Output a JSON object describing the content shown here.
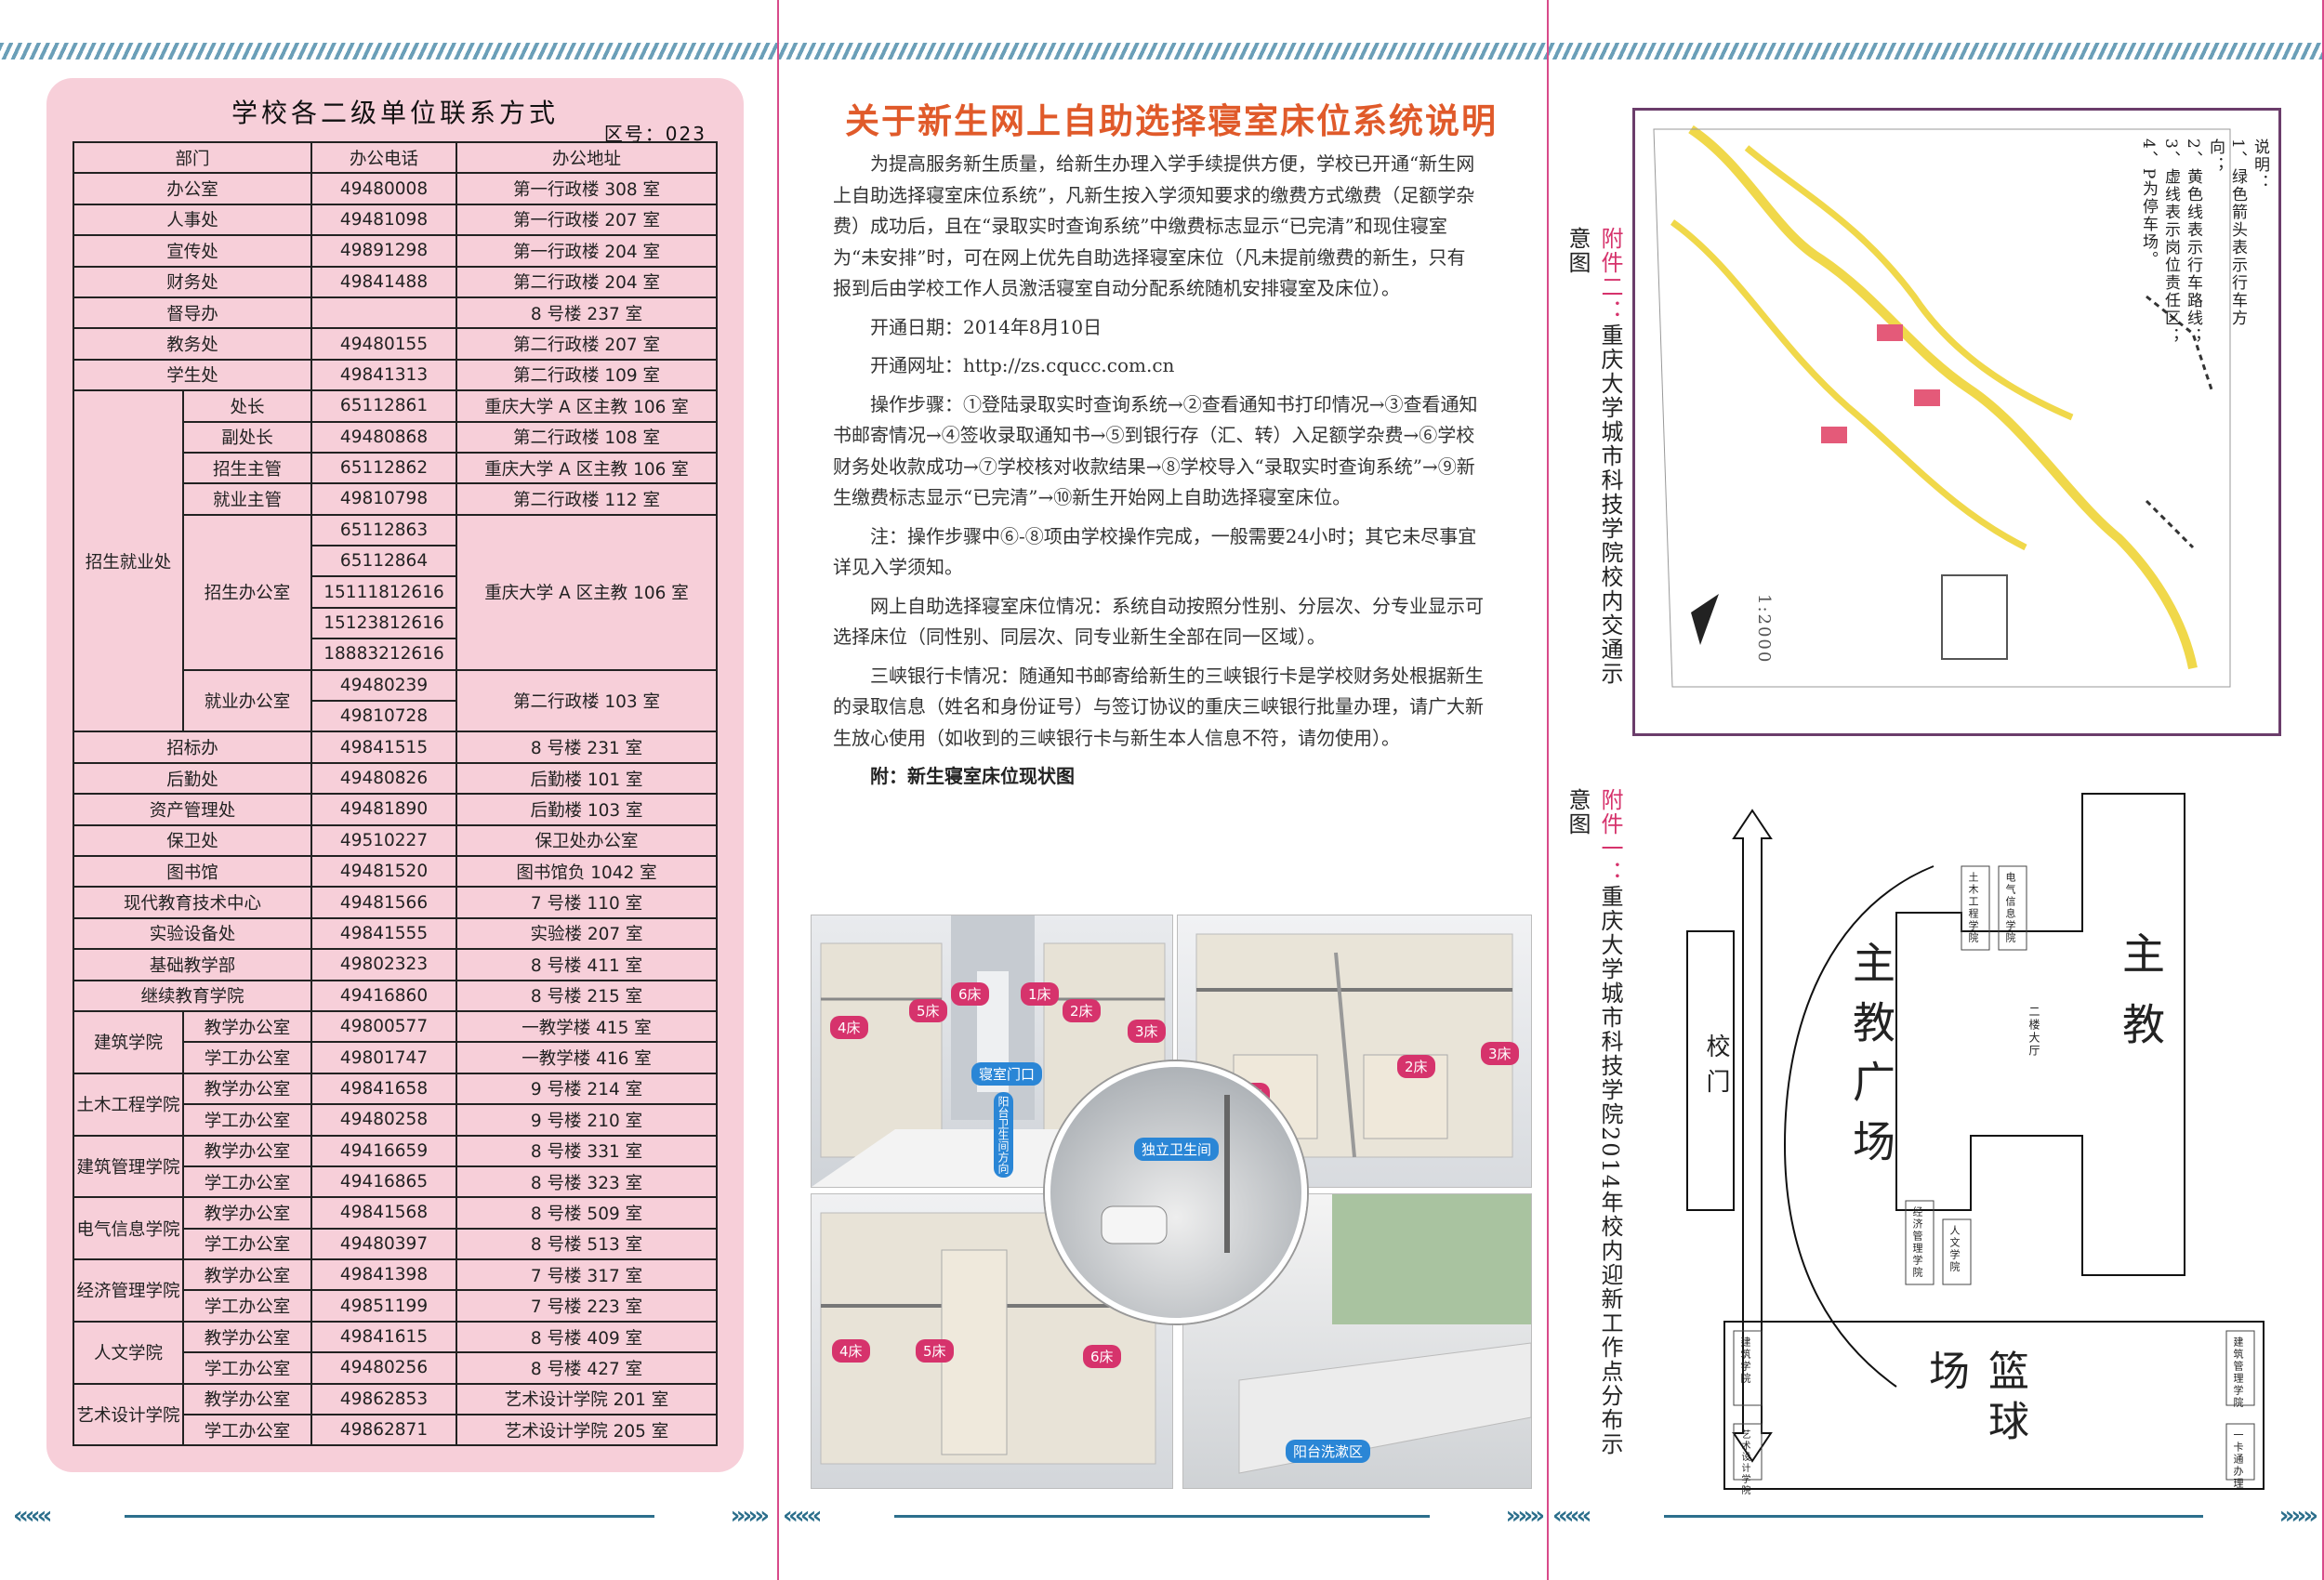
{
  "contacts": {
    "title": "学校各二级单位联系方式",
    "area_code": "区号：023",
    "headers": [
      "部门",
      "办公电话",
      "办公地址"
    ],
    "rows_top": [
      [
        "办公室",
        "49480008",
        "第一行政楼 308 室"
      ],
      [
        "人事处",
        "49481098",
        "第一行政楼 207 室"
      ],
      [
        "宣传处",
        "49891298",
        "第一行政楼 204 室"
      ],
      [
        "财务处",
        "49841488",
        "第二行政楼 204 室"
      ],
      [
        "督导办",
        "",
        "8 号楼 237 室"
      ],
      [
        "教务处",
        "49480155",
        "第二行政楼 207 室"
      ],
      [
        "学生处",
        "49841313",
        "第二行政楼 109 室"
      ]
    ],
    "zsjy": {
      "name": "招生就业处",
      "rows": [
        [
          "处长",
          "65112861",
          "重庆大学 A 区主教 106 室"
        ],
        [
          "副处长",
          "49480868",
          "第二行政楼 108 室"
        ],
        [
          "招生主管",
          "65112862",
          "重庆大学 A 区主教 106 室"
        ],
        [
          "就业主管",
          "49810798",
          "第二行政楼 112 室"
        ]
      ],
      "zs_office": {
        "name": "招生办公室",
        "phones": [
          "65112863",
          "65112864",
          "15111812616",
          "15123812616",
          "18883212616"
        ],
        "addr": "重庆大学 A 区主教 106 室"
      },
      "jy_office": {
        "name": "就业办公室",
        "phones": [
          "49480239",
          "49810728"
        ],
        "addr": "第二行政楼 103 室"
      }
    },
    "rows_mid": [
      [
        "招标办",
        "49841515",
        "8 号楼 231 室"
      ],
      [
        "后勤处",
        "49480826",
        "后勤楼 101 室"
      ],
      [
        "资产管理处",
        "49481890",
        "后勤楼 103 室"
      ],
      [
        "保卫处",
        "49510227",
        "保卫处办公室"
      ],
      [
        "图书馆",
        "49481520",
        "图书馆负 1042 室"
      ],
      [
        "现代教育技术中心",
        "49481566",
        "7 号楼 110 室"
      ],
      [
        "实验设备处",
        "49841555",
        "实验楼 207 室"
      ],
      [
        "基础教学部",
        "49802323",
        "8 号楼 411 室"
      ],
      [
        "继续教育学院",
        "49416860",
        "8 号楼 215 室"
      ]
    ],
    "colleges": [
      {
        "name": "建筑学院",
        "rows": [
          [
            "教学办公室",
            "49800577",
            "一教学楼 415 室"
          ],
          [
            "学工办公室",
            "49801747",
            "一教学楼 416 室"
          ]
        ]
      },
      {
        "name": "土木工程学院",
        "rows": [
          [
            "教学办公室",
            "49841658",
            "9 号楼 214 室"
          ],
          [
            "学工办公室",
            "49480258",
            "9 号楼 210 室"
          ]
        ]
      },
      {
        "name": "建筑管理学院",
        "rows": [
          [
            "教学办公室",
            "49416659",
            "8 号楼 331 室"
          ],
          [
            "学工办公室",
            "49416865",
            "8 号楼 323 室"
          ]
        ]
      },
      {
        "name": "电气信息学院",
        "rows": [
          [
            "教学办公室",
            "49841568",
            "8 号楼 509 室"
          ],
          [
            "学工办公室",
            "49480397",
            "8 号楼 513 室"
          ]
        ]
      },
      {
        "name": "经济管理学院",
        "rows": [
          [
            "教学办公室",
            "49841398",
            "7 号楼 317 室"
          ],
          [
            "学工办公室",
            "49851199",
            "7 号楼 223 室"
          ]
        ]
      },
      {
        "name": "人文学院",
        "rows": [
          [
            "教学办公室",
            "49841615",
            "8 号楼 409 室"
          ],
          [
            "学工办公室",
            "49480256",
            "8 号楼 427 室"
          ]
        ]
      },
      {
        "name": "艺术设计学院",
        "rows": [
          [
            "教学办公室",
            "49862853",
            "艺术设计学院 201 室"
          ],
          [
            "学工办公室",
            "49862871",
            "艺术设计学院 205 室"
          ]
        ]
      }
    ]
  },
  "notice": {
    "title": "关于新生网上自助选择寝室床位系统说明",
    "paragraphs": [
      "为提高服务新生质量，给新生办理入学手续提供方便，学校已开通“新生网上自助选择寝室床位系统”，凡新生按入学须知要求的缴费方式缴费（足额学杂费）成功后，且在“录取实时查询系统”中缴费标志显示“已完清”和现住寝室为“未安排”时，可在网上优先自助选择寝室床位（凡未提前缴费的新生，只有报到后由学校工作人员激活寝室自动分配系统随机安排寝室及床位）。",
      "开通日期：2014年8月10日",
      "开通网址：http://zs.cqucc.com.cn",
      "操作步骤：①登陆录取实时查询系统→②查看通知书打印情况→③查看通知书邮寄情况→④签收录取通知书→⑤到银行存（汇、转）入足额学杂费→⑥学校财务处收款成功→⑦学校核对收款结果→⑧学校导入“录取实时查询系统”→⑨新生缴费标志显示“已完清”→⑩新生开始网上自助选择寝室床位。",
      "注：操作步骤中⑥-⑧项由学校操作完成，一般需要24小时；其它未尽事宜详见入学须知。",
      "网上自助选择寝室床位情况：系统自动按照分性别、分层次、分专业显示可选择床位（同性别、同层次、同专业新生全部在同一区域）。",
      "三峡银行卡情况：随通知书邮寄给新生的三峡银行卡是学校财务处根据新生的录取信息（姓名和身份证号）与签订协议的重庆三峡银行批量办理，请广大新生放心使用（如收到的三峡银行卡与新生本人信息不符，请勿使用）。"
    ],
    "attach": "附：新生寝室床位现状图"
  },
  "photo_labels": {
    "p1": [
      "6床",
      "1床",
      "5床",
      "2床",
      "4床",
      "3床",
      "寝室门口",
      "阳台卫生间方向"
    ],
    "p2": [
      "2床",
      "3床",
      "1床"
    ],
    "p3": [
      "独立卫生间"
    ],
    "p4": [
      "4床",
      "5床",
      "6床"
    ],
    "p5": [
      "阳台洗漱区"
    ]
  },
  "map": {
    "caption_prefix": "附件二：",
    "caption": "重庆大学城市科技学院校内交通示意图",
    "legend": [
      "说明：",
      "1、绿色箭头表示行车方向；",
      "2、黄色线表示行车路线；",
      "3、虚线表示岗位责任区；",
      "4、P为停车场。"
    ],
    "scale": "1:2000"
  },
  "plan": {
    "caption_prefix": "附件一：",
    "caption": "重庆大学城市科技学院2014年校内迎新工作点分布示意图",
    "gate": "校 门",
    "plaza": "主教广场",
    "building": "主教",
    "court": "篮球场",
    "colleges_top": [
      "土木工程学院",
      "电气信息学院"
    ],
    "colleges_mid": [
      "经济管理学院",
      "人文学院"
    ],
    "court_side_left": [
      "建筑学院",
      "艺术设计学院"
    ],
    "court_side_right": [
      "建筑管理学院",
      "一卡通办理"
    ],
    "hall": "二楼大厅"
  }
}
